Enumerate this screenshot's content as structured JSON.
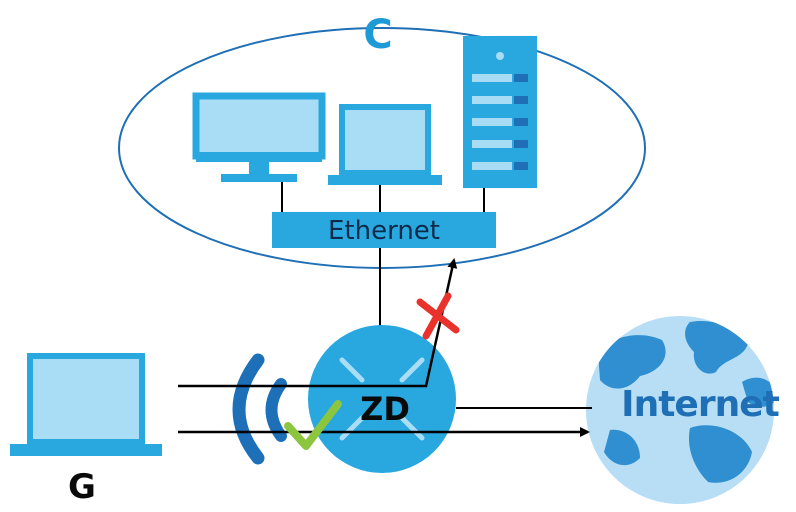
{
  "zones": {
    "corporate_label": "C",
    "guest_label": "G"
  },
  "ethernet": {
    "label": "Ethernet"
  },
  "router": {
    "label": "ZD"
  },
  "internet": {
    "label": "Internet"
  },
  "status": {
    "blocked": "x-mark",
    "allowed": "check-mark"
  },
  "colors": {
    "outline": "#1e6fb5",
    "device_dark": "#29a8e0",
    "device_light": "#a9dcf5",
    "globe_fill": "#b8def5",
    "globe_land": "#2f8fd0",
    "wifi": "#1d6fb8",
    "blocked": "#e8322b",
    "allowed": "#8cc63f"
  }
}
